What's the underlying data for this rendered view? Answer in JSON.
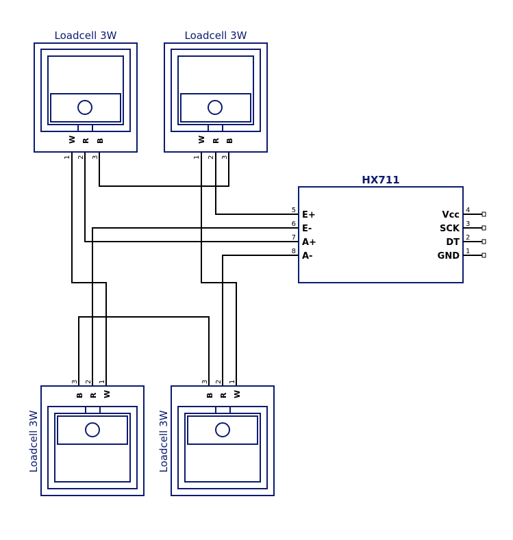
{
  "diagram": {
    "loadcells": [
      {
        "id": "lc1",
        "title": "Loadcell 3W",
        "orientation": "up",
        "wires": [
          {
            "label": "W",
            "pin": "1"
          },
          {
            "label": "R",
            "pin": "2"
          },
          {
            "label": "B",
            "pin": "3"
          }
        ]
      },
      {
        "id": "lc2",
        "title": "Loadcell 3W",
        "orientation": "up",
        "wires": [
          {
            "label": "W",
            "pin": "1"
          },
          {
            "label": "R",
            "pin": "2"
          },
          {
            "label": "B",
            "pin": "3"
          }
        ]
      },
      {
        "id": "lc3",
        "title": "Loadcell 3W",
        "orientation": "down",
        "wires": [
          {
            "label": "B",
            "pin": "3"
          },
          {
            "label": "R",
            "pin": "2"
          },
          {
            "label": "W",
            "pin": "1"
          }
        ]
      },
      {
        "id": "lc4",
        "title": "Loadcell 3W",
        "orientation": "down",
        "wires": [
          {
            "label": "B",
            "pin": "3"
          },
          {
            "label": "R",
            "pin": "2"
          },
          {
            "label": "W",
            "pin": "1"
          }
        ]
      }
    ],
    "hx711": {
      "title": "HX711",
      "left_pins": [
        {
          "num": "5",
          "label": "E+"
        },
        {
          "num": "6",
          "label": "E-"
        },
        {
          "num": "7",
          "label": "A+"
        },
        {
          "num": "8",
          "label": "A-"
        }
      ],
      "right_pins": [
        {
          "num": "4",
          "label": "Vcc"
        },
        {
          "num": "3",
          "label": "SCK"
        },
        {
          "num": "2",
          "label": "DT"
        },
        {
          "num": "1",
          "label": "GND"
        }
      ]
    },
    "colors": {
      "component": "#0b1a6e",
      "wire": "#000000"
    }
  }
}
